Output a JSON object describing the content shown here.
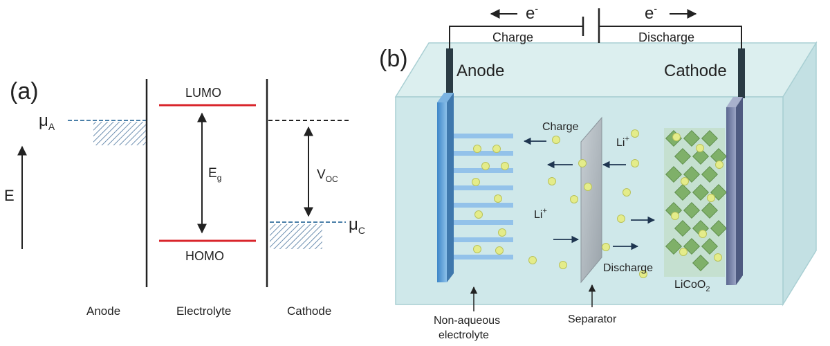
{
  "panel_a": {
    "label": "(a)",
    "mu_a": {
      "symbol": "μ",
      "sub": "A"
    },
    "e_axis": "E",
    "lumo": "LUMO",
    "homo": "HOMO",
    "eg": {
      "symbol": "E",
      "sub": "g"
    },
    "voc": {
      "symbol": "V",
      "sub": "OC"
    },
    "mu_c": {
      "symbol": "μ",
      "sub": "C"
    },
    "col_anode": "Anode",
    "col_electrolyte": "Electrolyte",
    "col_cathode": "Cathode"
  },
  "panel_b": {
    "label": "(b)",
    "electron_left": {
      "symbol": "e",
      "sup": "-"
    },
    "electron_right": {
      "symbol": "e",
      "sup": "-"
    },
    "charge_circuit": "Charge",
    "discharge_circuit": "Discharge",
    "anode": "Anode",
    "cathode": "Cathode",
    "charge_arrow": "Charge",
    "discharge_arrow": "Discharge",
    "li_top": {
      "symbol": "Li",
      "sup": "+"
    },
    "li_mid": {
      "symbol": "Li",
      "sup": "+"
    },
    "licoo2": {
      "prefix": "LiCoO",
      "sub": "2"
    },
    "separator": "Separator",
    "electrolyte_line1": "Non-aqueous",
    "electrolyte_line2": "electrolyte"
  },
  "colors": {
    "red_level": "#d9252b",
    "dashed_blue": "#4a7fa8",
    "cell_face": "#cfe8ea",
    "anode_blue": "#5fa0d8",
    "cathode_slate": "#7a86a8",
    "ion_yellow": "#e4ec8a",
    "crystal_green": "#86b66f"
  }
}
